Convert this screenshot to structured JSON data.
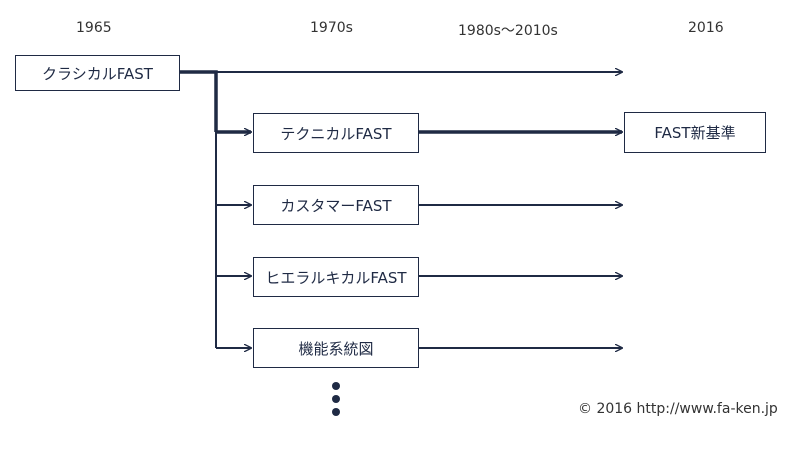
{
  "timeline": {
    "y1965": "1965",
    "y1970s": "1970s",
    "y1980s": "1980s～2010s",
    "y2016": "2016"
  },
  "nodes": {
    "classical": "クラシカルFAST",
    "technical": "テクニカルFAST",
    "customer": "カスタマーFAST",
    "hierarchical": "ヒエラルキカルFAST",
    "function_system": "機能系統図",
    "new_standard": "FAST新基準"
  },
  "footer": {
    "copyright": "© 2016 http://www.fa-ken.jp"
  },
  "colors": {
    "line": "#1f2a44",
    "text": "#333333"
  }
}
